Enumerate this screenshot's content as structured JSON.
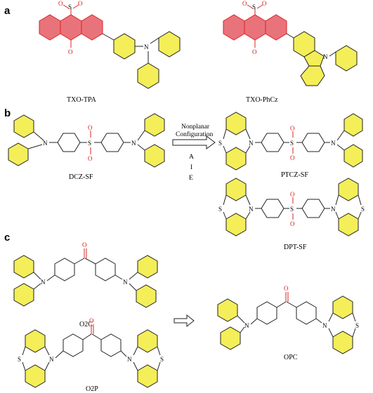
{
  "panels": {
    "a": "a",
    "b": "b",
    "c": "c"
  },
  "molecules": {
    "txo_tpa": "TXO-TPA",
    "txo_phcz": "TXO-PhCz",
    "dcz_sf": "DCZ-SF",
    "ptcz_sf": "PTCZ-SF",
    "dpt_sf": "DPT-SF",
    "o2c": "O2C",
    "o2p": "O2P",
    "opc": "OPC"
  },
  "annotations": {
    "nonplanar_line1": "Nonplanar",
    "nonplanar_line2": "Configuration",
    "aie_a": "A",
    "aie_i": "I",
    "aie_e": "E"
  },
  "atoms": {
    "S": "S",
    "O": "O",
    "N": "N"
  },
  "colors": {
    "acceptor_fill": "#e9737b",
    "acceptor_stroke": "#d22222",
    "donor_fill": "#f4ee58",
    "bond": "#222222"
  }
}
